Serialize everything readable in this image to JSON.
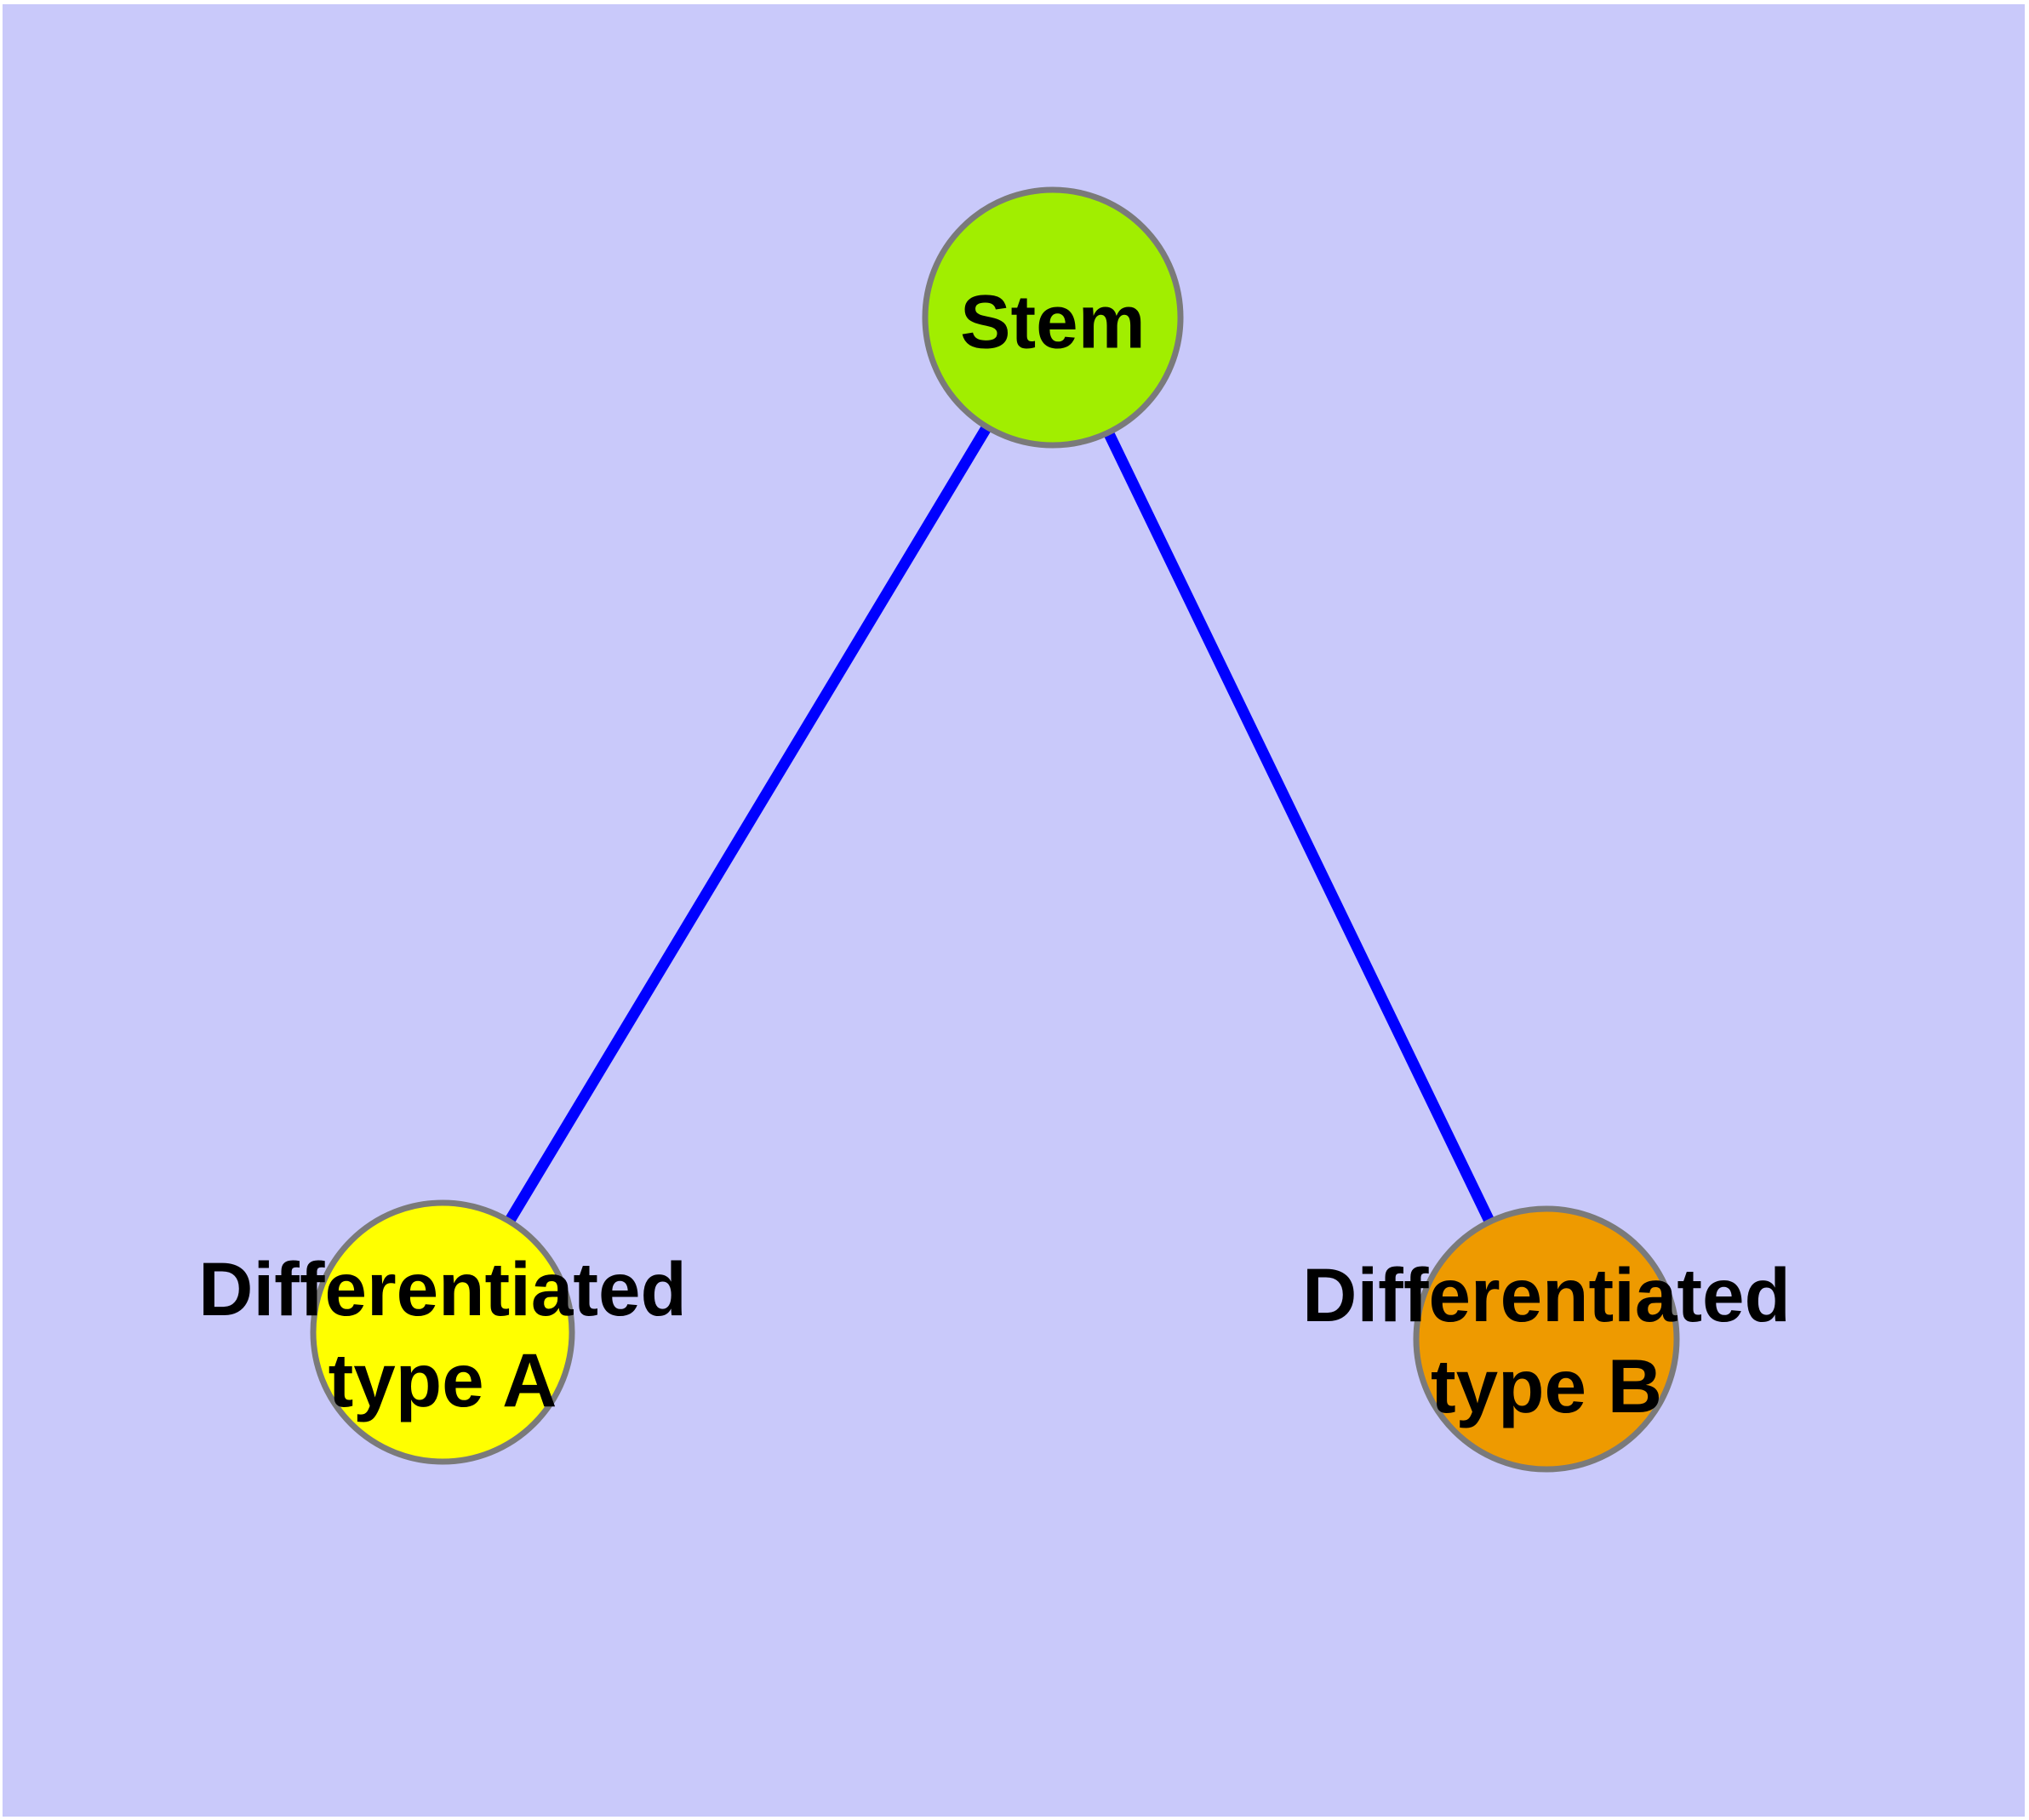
{
  "diagram": {
    "type": "node-link-graph",
    "background_color": "#C9C9FA",
    "page_margin_color": "#FFFFFF",
    "edge_color": "#0000FF",
    "node_border_color": "#7A7A7A",
    "label_color": "#000000",
    "nodes": [
      {
        "id": "stem",
        "label": "Stem",
        "color": "#A1EE00"
      },
      {
        "id": "differentiated-type-a",
        "label": "Differentiated\ntype A",
        "color": "#FFFF00"
      },
      {
        "id": "differentiated-type-b",
        "label": "Differentiated\ntype B",
        "color": "#EE9A00"
      }
    ],
    "edges": [
      {
        "from": "Stem",
        "to": "Differentiated type A"
      },
      {
        "from": "Stem",
        "to": "Differentiated type B"
      }
    ]
  }
}
